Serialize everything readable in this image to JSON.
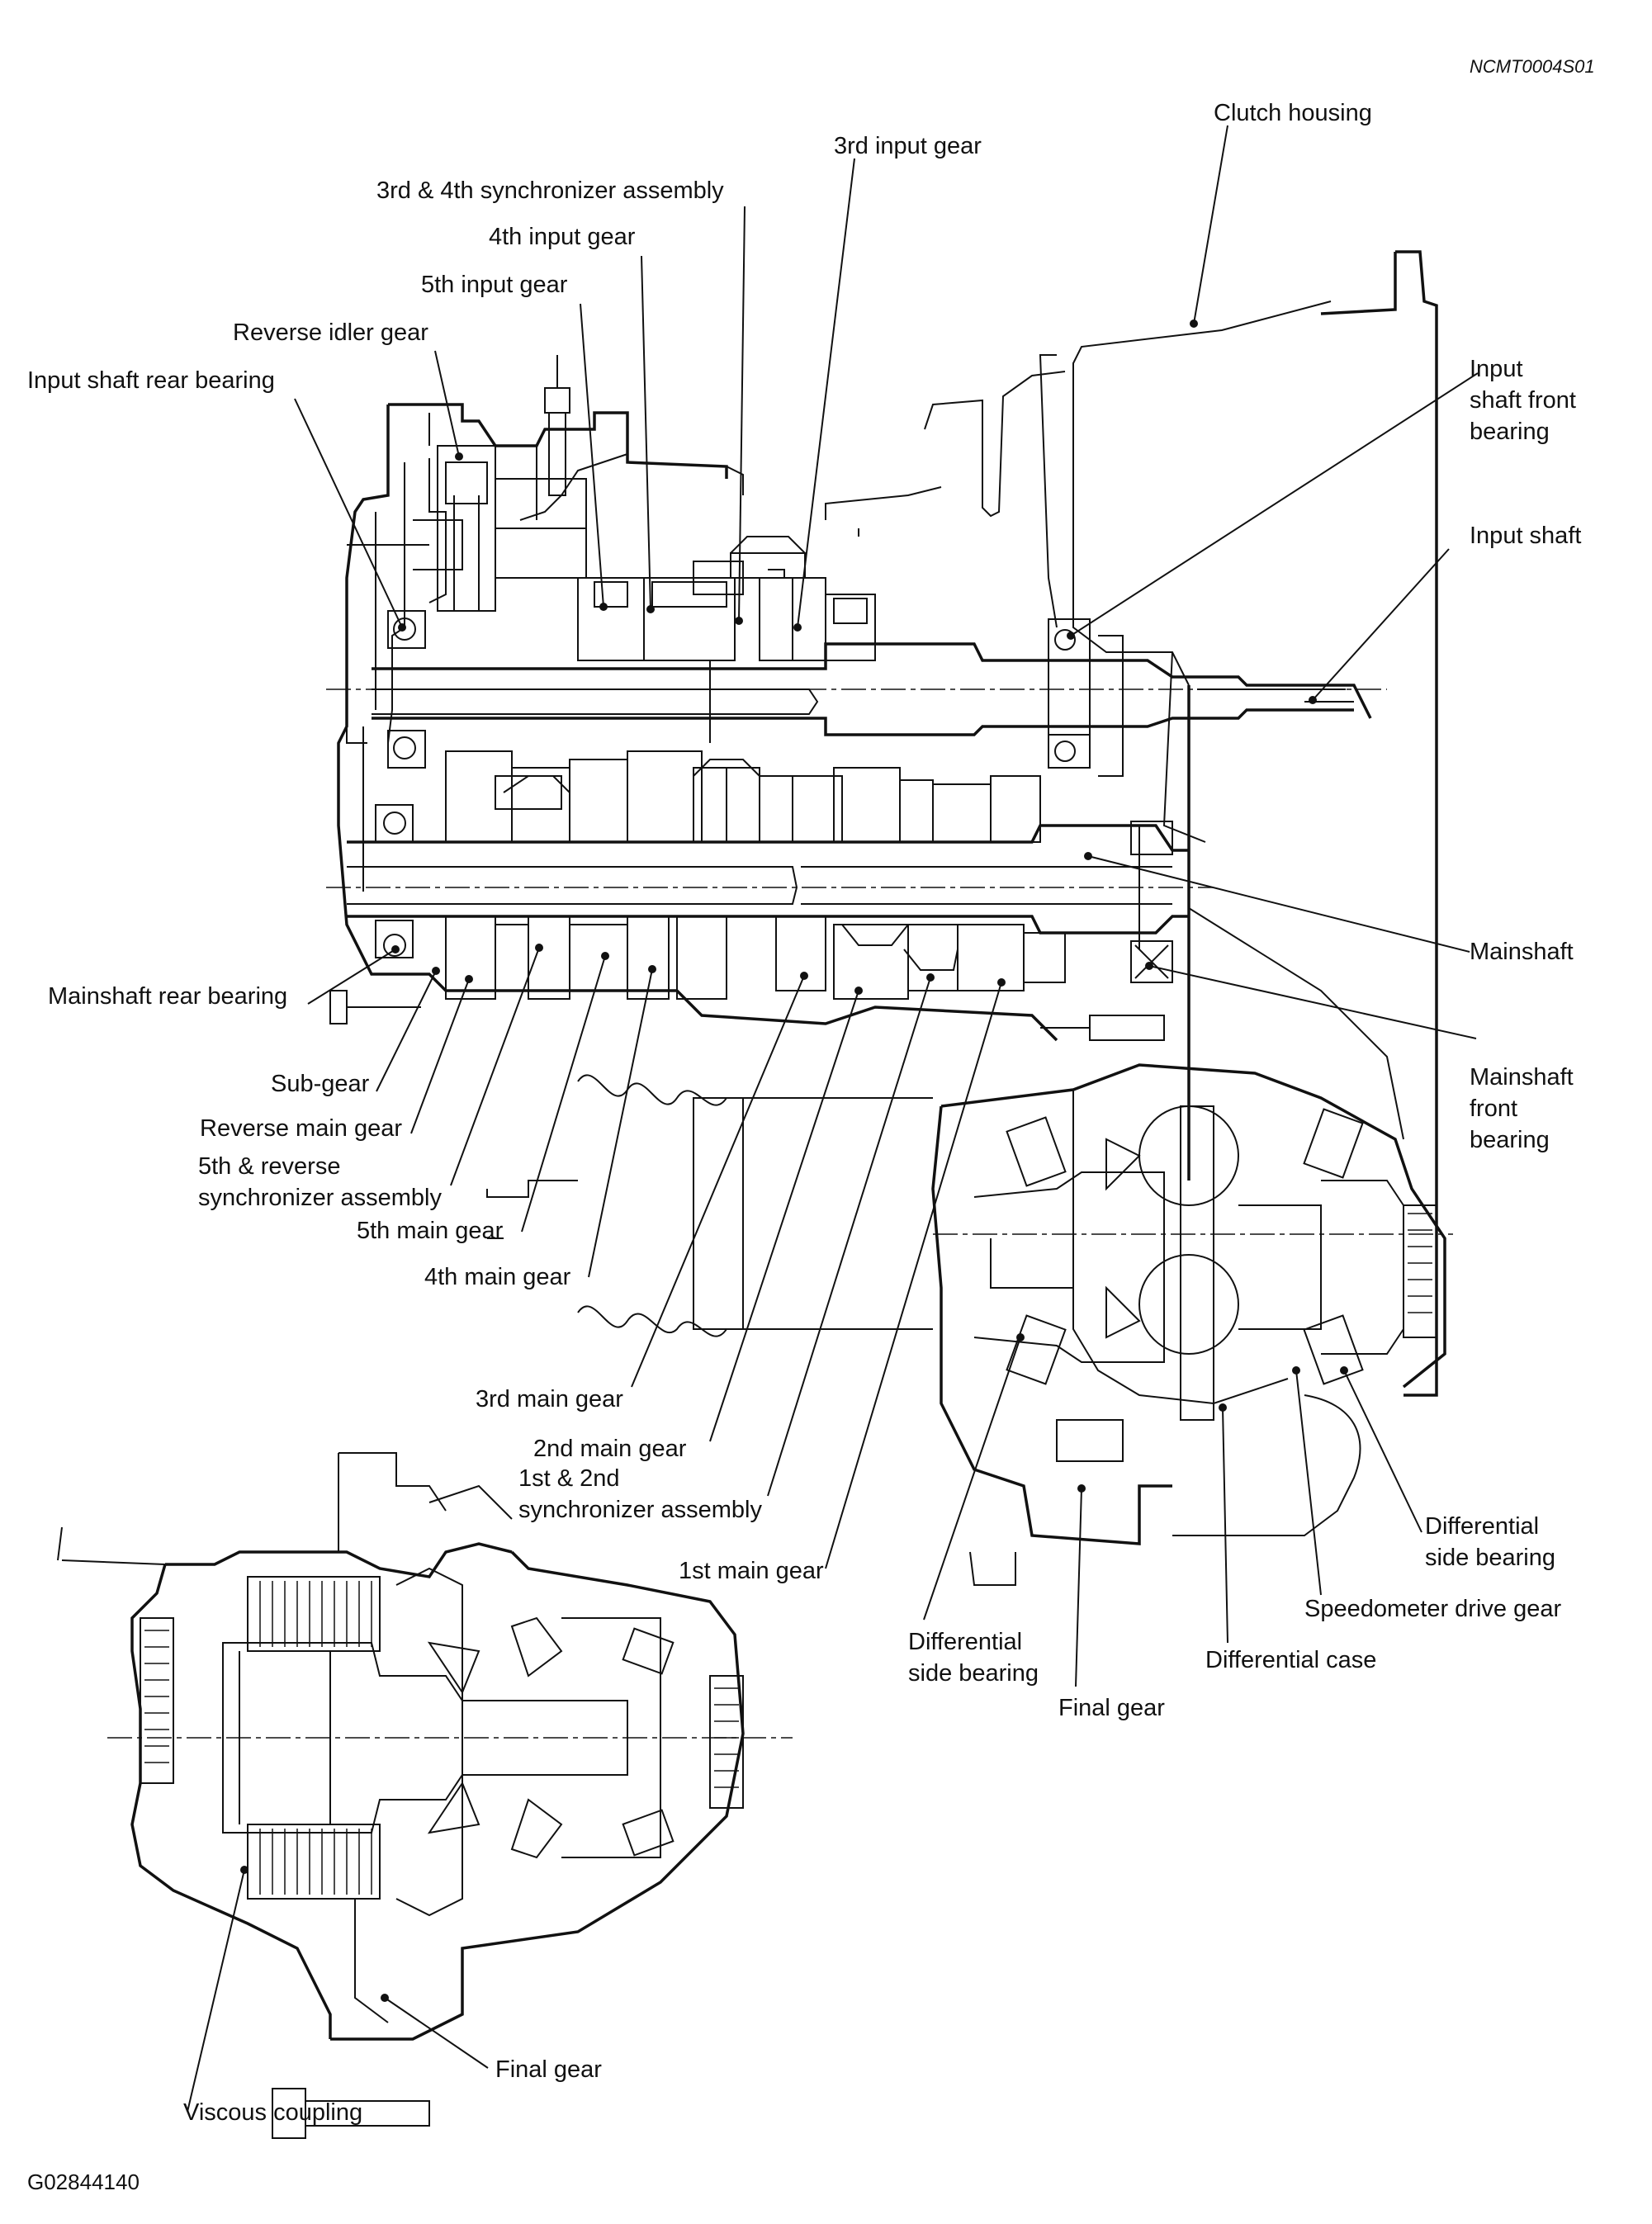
{
  "figure": {
    "code_top": "NCMT0004S01",
    "code_bottom": "G02844140"
  },
  "labels": {
    "clutch_housing": "Clutch housing",
    "third_input_gear": "3rd input gear",
    "sync_3_4": "3rd & 4th synchronizer assembly",
    "fourth_input_gear": "4th input gear",
    "fifth_input_gear": "5th input gear",
    "reverse_idler_gear": "Reverse idler gear",
    "input_shaft_rear_bearing": "Input shaft rear bearing",
    "input_shaft_front_bearing": "Input\nshaft front\nbearing",
    "input_shaft": "Input shaft",
    "mainshaft": "Mainshaft",
    "mainshaft_front_bearing": "Mainshaft\nfront\nbearing",
    "mainshaft_rear_bearing": "Mainshaft rear bearing",
    "sub_gear": "Sub-gear",
    "reverse_main_gear": "Reverse main gear",
    "sync_5_reverse": "5th & reverse\nsynchronizer assembly",
    "fifth_main_gear": "5th main gear",
    "fourth_main_gear": "4th main gear",
    "third_main_gear": "3rd main gear",
    "second_main_gear": "2nd main gear",
    "sync_1_2": "1st & 2nd\nsynchronizer assembly",
    "first_main_gear": "1st main gear",
    "differential_side_bearing_right": "Differential\nside bearing",
    "speedometer_drive_gear": "Speedometer drive gear",
    "differential_case": "Differential case",
    "differential_side_bearing_left": "Differential\nside bearing",
    "final_gear": "Final gear",
    "final_gear_inset": "Final gear",
    "viscous_coupling": "Viscous coupling"
  }
}
